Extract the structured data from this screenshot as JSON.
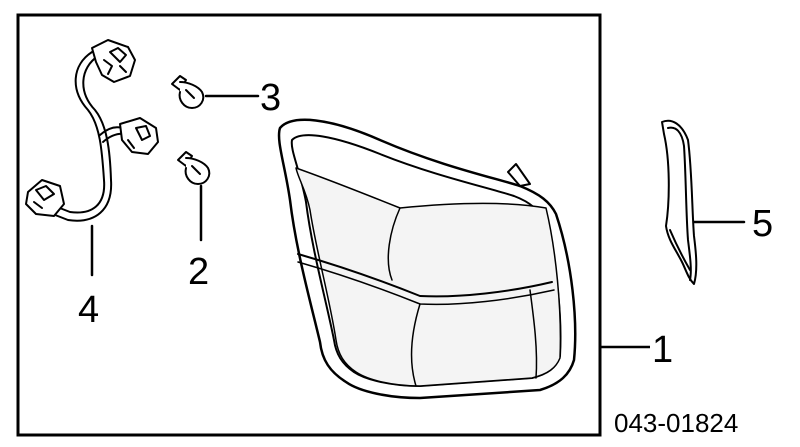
{
  "diagram": {
    "callouts": {
      "c1": "1",
      "c2": "2",
      "c3": "3",
      "c4": "4",
      "c5": "5"
    },
    "part_number": "043-01824"
  },
  "colors": {
    "line": "#000000",
    "background": "#ffffff",
    "shade": "#f4f4f4"
  }
}
